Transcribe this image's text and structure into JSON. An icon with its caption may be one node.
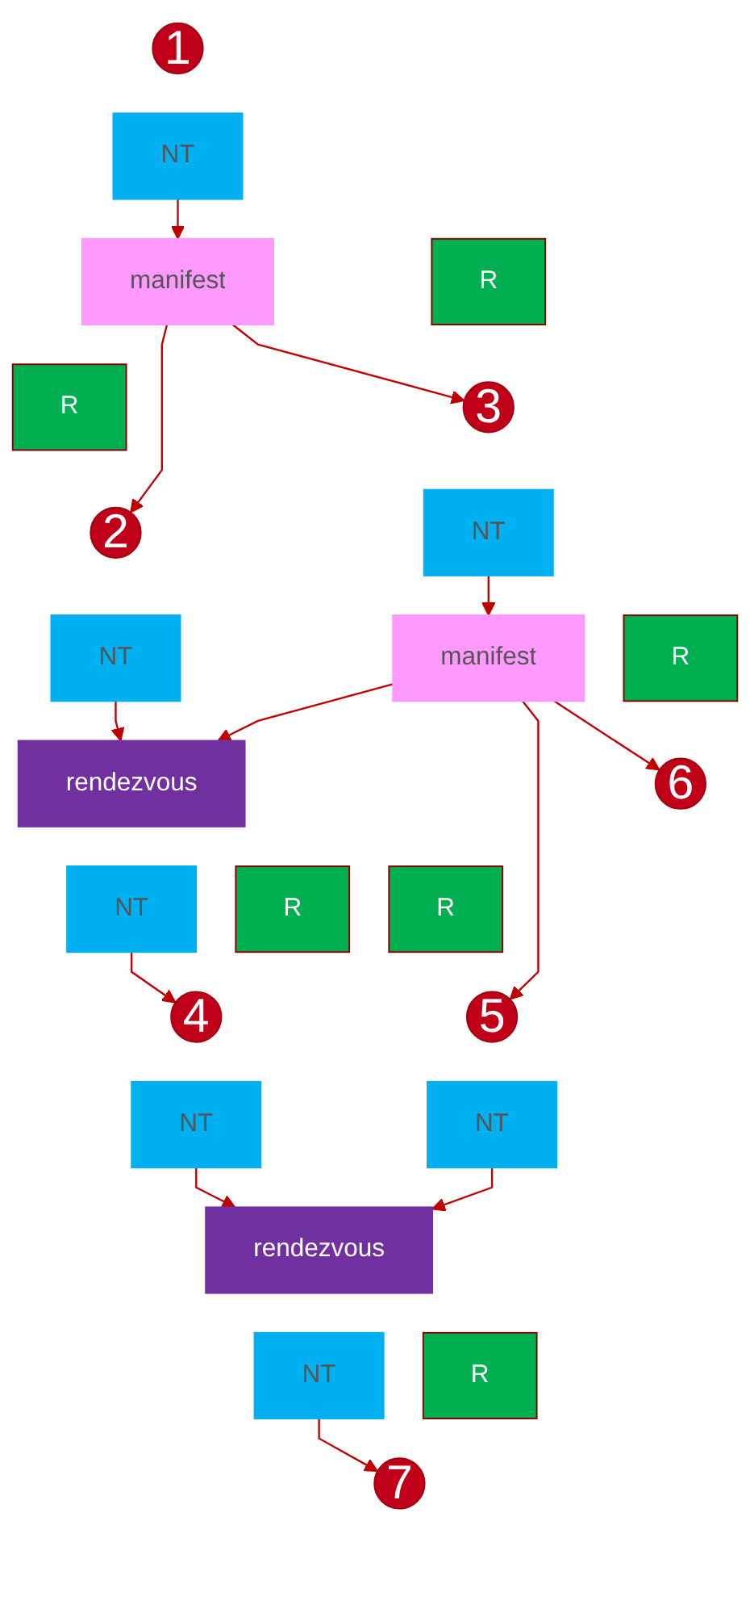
{
  "diagram": {
    "nodes": [
      {
        "text": [
          "1"
        ]
      },
      {
        "text": [
          "NT"
        ]
      },
      {
        "text": [
          "manifest"
        ]
      },
      {
        "text": [
          "R"
        ]
      },
      {
        "text": [
          "2"
        ]
      },
      {
        "text": [
          "3"
        ]
      },
      {
        "text": [
          "R"
        ]
      },
      {
        "text": [
          "NT"
        ]
      },
      {
        "text": [
          "NT"
        ]
      },
      {
        "text": [
          "manifest"
        ]
      },
      {
        "text": [
          "rendezvous"
        ]
      },
      {
        "text": [
          "NT"
        ]
      },
      {
        "text": [
          "R"
        ]
      },
      {
        "text": [
          "R"
        ]
      },
      {
        "text": [
          "R"
        ]
      },
      {
        "text": [
          "4"
        ]
      },
      {
        "text": [
          "5"
        ]
      },
      {
        "text": [
          "6"
        ]
      },
      {
        "text": [
          "NT"
        ]
      },
      {
        "text": [
          "NT"
        ]
      },
      {
        "text": [
          "rendezvous"
        ]
      },
      {
        "text": [
          "NT"
        ]
      },
      {
        "text": [
          "R"
        ]
      },
      {
        "text": [
          "7"
        ]
      }
    ],
    "edges": [
      {
        "from": 1,
        "to": 2,
        "arrow": "to"
      },
      {
        "from": 2,
        "to": 4,
        "arrow": "to"
      },
      {
        "from": 2,
        "to": 5,
        "arrow": "to"
      },
      {
        "from": 7,
        "to": 10,
        "arrow": "to"
      },
      {
        "from": 8,
        "to": 9,
        "arrow": "to"
      },
      {
        "from": 9,
        "to": 10,
        "arrow": "to"
      },
      {
        "from": 9,
        "to": 16,
        "arrow": "to"
      },
      {
        "from": 9,
        "to": 17,
        "arrow": "to"
      },
      {
        "from": 11,
        "to": 15,
        "arrow": "to"
      },
      {
        "from": 18,
        "to": 20,
        "arrow": "to"
      },
      {
        "from": 19,
        "to": 20,
        "arrow": "to"
      },
      {
        "from": 21,
        "to": 23,
        "arrow": "to"
      }
    ]
  }
}
